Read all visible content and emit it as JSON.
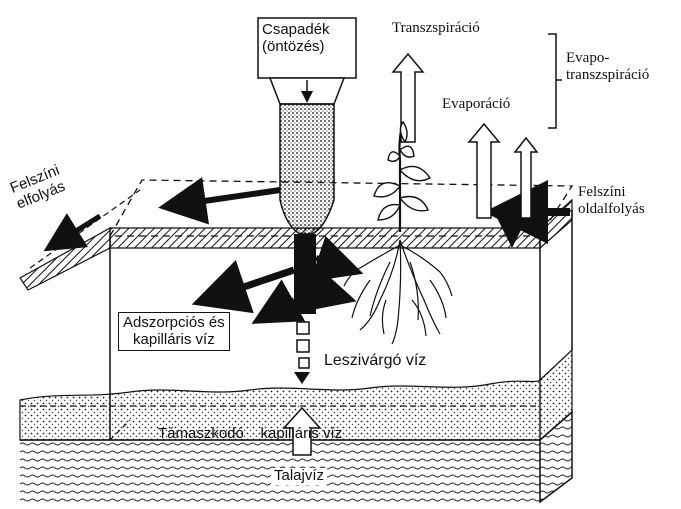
{
  "labels": {
    "precipitation": "Csapadék\n(öntözés)",
    "transpiration": "Transzspiráció",
    "evaporation": "Evaporáció",
    "evapotranspiration": "Evapo-\ntranszspiráció",
    "surface_runoff": "Felszíni\nelfolyás",
    "lateral_surface_flow": "Felszíni\noldalfolyás",
    "adsorption_water": "Adszorpciós és\nkapilláris víz",
    "percolating_water": "Leszivárgó víz",
    "capillary_support": "Támaszkodó    kapilláris víz",
    "groundwater": "Talajvíz"
  },
  "colors": {
    "ink": "#111111",
    "paper": "#ffffff"
  }
}
